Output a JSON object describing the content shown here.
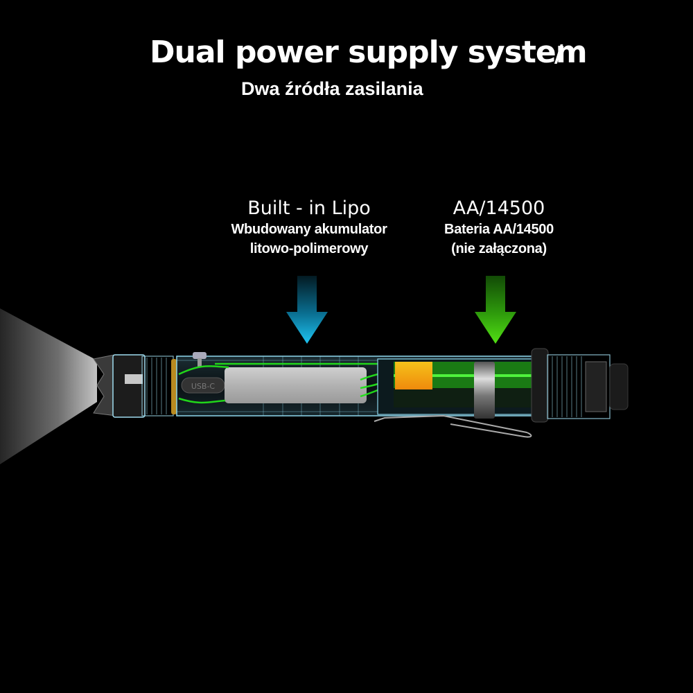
{
  "header": {
    "title": "Dual power supply system",
    "separator": "/",
    "subtitle": "Dwa źródła zasilania"
  },
  "callouts": [
    {
      "heading": "Built - in Lipo",
      "lines": [
        "Wbudowany akumulator",
        "litowo-polimerowy"
      ],
      "arrow_color": "#1ab8e8",
      "arrow_icon": "arrow-down-icon"
    },
    {
      "heading": "AA/14500",
      "lines": [
        "Bateria AA/14500",
        "(nie załączona)"
      ],
      "arrow_color": "#44d411",
      "arrow_icon": "arrow-down-icon"
    }
  ],
  "illustration": {
    "subject": "flashlight-cutaway",
    "port_label": "USB-C",
    "colors": {
      "wire_green": "#22e01a",
      "shell_cyan": "#8fd8ee",
      "lipo_gray": "#b9b9b9",
      "battery_orange": "#f29a10",
      "battery_green": "#1fa81a"
    }
  }
}
